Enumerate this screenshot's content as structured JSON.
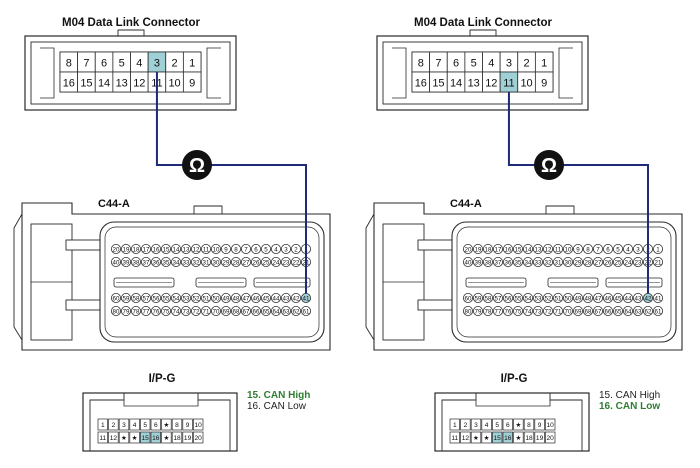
{
  "panels": [
    {
      "dlc_title": "M04 Data Link Connector",
      "dlc_top_pins": [
        "8",
        "7",
        "6",
        "5",
        "4",
        "3",
        "2",
        "1"
      ],
      "dlc_bottom_pins": [
        "16",
        "15",
        "14",
        "13",
        "12",
        "11",
        "10",
        "9"
      ],
      "highlight_pin": "3",
      "meter_symbol": "Ω",
      "ecu_label": "C44-A",
      "ecu_rows": [
        [
          "20",
          "19",
          "18",
          "17",
          "16",
          "15",
          "14",
          "13",
          "12",
          "11",
          "10",
          "9",
          "8",
          "7",
          "6",
          "5",
          "4",
          "3",
          "2",
          "1"
        ],
        [
          "40",
          "39",
          "38",
          "37",
          "36",
          "35",
          "34",
          "33",
          "32",
          "31",
          "30",
          "29",
          "28",
          "27",
          "26",
          "25",
          "24",
          "23",
          "22",
          "21"
        ],
        [
          "60",
          "59",
          "58",
          "57",
          "56",
          "55",
          "54",
          "53",
          "52",
          "51",
          "50",
          "49",
          "48",
          "47",
          "46",
          "45",
          "44",
          "43",
          "42",
          "41"
        ],
        [
          "80",
          "79",
          "78",
          "77",
          "76",
          "75",
          "74",
          "73",
          "72",
          "71",
          "70",
          "69",
          "68",
          "67",
          "66",
          "65",
          "64",
          "63",
          "62",
          "61"
        ]
      ],
      "ecu_highlight": "41",
      "ipg_label": "I/P-G",
      "ipg_top": [
        "1",
        "2",
        "3",
        "4",
        "5",
        "6",
        "★",
        "8",
        "9",
        "10"
      ],
      "ipg_bottom": [
        "11",
        "12",
        "★",
        "★",
        "15",
        "16",
        "★",
        "18",
        "19",
        "20"
      ],
      "ipg_highlight": [
        "15",
        "16"
      ],
      "legend": [
        {
          "text": "15. CAN High",
          "active": true
        },
        {
          "text": "16. CAN Low",
          "active": false
        }
      ]
    },
    {
      "dlc_title": "M04 Data Link Connector",
      "dlc_top_pins": [
        "8",
        "7",
        "6",
        "5",
        "4",
        "3",
        "2",
        "1"
      ],
      "dlc_bottom_pins": [
        "16",
        "15",
        "14",
        "13",
        "12",
        "11",
        "10",
        "9"
      ],
      "highlight_pin": "11",
      "meter_symbol": "Ω",
      "ecu_label": "C44-A",
      "ecu_rows": [
        [
          "20",
          "19",
          "18",
          "17",
          "16",
          "15",
          "14",
          "13",
          "12",
          "11",
          "10",
          "9",
          "8",
          "7",
          "6",
          "5",
          "4",
          "3",
          "2",
          "1"
        ],
        [
          "40",
          "39",
          "38",
          "37",
          "36",
          "35",
          "34",
          "33",
          "32",
          "31",
          "30",
          "29",
          "28",
          "27",
          "26",
          "25",
          "24",
          "23",
          "22",
          "21"
        ],
        [
          "60",
          "59",
          "58",
          "57",
          "56",
          "55",
          "54",
          "53",
          "52",
          "51",
          "50",
          "49",
          "48",
          "47",
          "46",
          "45",
          "44",
          "43",
          "42",
          "41"
        ],
        [
          "80",
          "79",
          "78",
          "77",
          "76",
          "75",
          "74",
          "73",
          "72",
          "71",
          "70",
          "69",
          "68",
          "67",
          "66",
          "65",
          "64",
          "63",
          "62",
          "61"
        ]
      ],
      "ecu_highlight": "42",
      "ipg_label": "I/P-G",
      "ipg_top": [
        "1",
        "2",
        "3",
        "4",
        "5",
        "6",
        "★",
        "8",
        "9",
        "10"
      ],
      "ipg_bottom": [
        "11",
        "12",
        "★",
        "★",
        "15",
        "16",
        "★",
        "18",
        "19",
        "20"
      ],
      "ipg_highlight": [
        "15",
        "16"
      ],
      "legend": [
        {
          "text": "15. CAN High",
          "active": false
        },
        {
          "text": "16. CAN Low",
          "active": true
        }
      ]
    }
  ],
  "colors": {
    "wire": "#1f2a78",
    "pin_highlight": "#9fd0d6",
    "active_legend": "#2e7d32",
    "line": "#2a2a2a",
    "meter_fill": "#111111"
  }
}
